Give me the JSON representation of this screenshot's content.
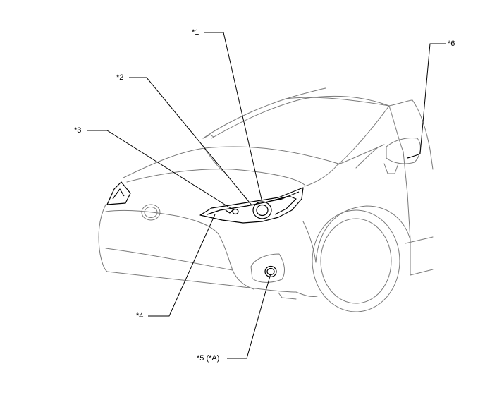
{
  "callouts": {
    "c1": "*1",
    "c2": "*2",
    "c3": "*3",
    "c4": "*4",
    "c5": "*5 (*A)",
    "c6": "*6"
  }
}
